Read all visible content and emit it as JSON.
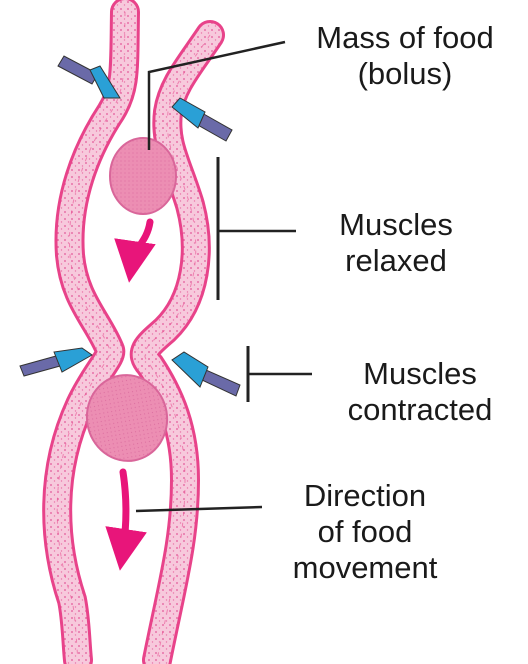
{
  "labels": {
    "bolus_line1": "Mass of food",
    "bolus_line2": "(bolus)",
    "relaxed_line1": "Muscles",
    "relaxed_line2": "relaxed",
    "contracted_line1": "Muscles",
    "contracted_line2": "contracted",
    "direction_line1": "Direction",
    "direction_line2": "of food",
    "direction_line3": "movement"
  },
  "colors": {
    "tube_fill": "#f7c9dc",
    "tube_outline": "#e8438a",
    "bolus_fill": "#ec8eb3",
    "bolus_outline": "#d9669a",
    "motion_arrow": "#e8157a",
    "squeeze_arrow_body": "#6a6aa8",
    "squeeze_arrow_head": "#2aa0d6",
    "leader_line": "#222222"
  }
}
